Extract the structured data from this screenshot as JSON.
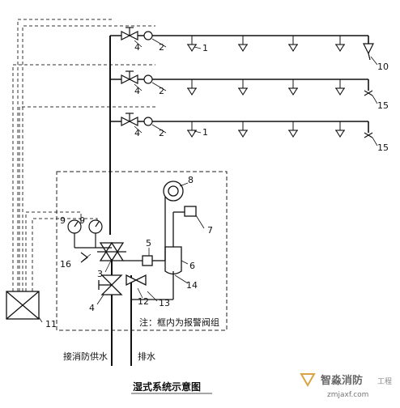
{
  "diagram": {
    "title": "湿式系统示意图",
    "note": "注：框内为报警阀组",
    "supply_label": "接消防供水",
    "drain_label": "排水",
    "callouts": [
      "1",
      "1",
      "2",
      "2",
      "2",
      "3",
      "4",
      "4",
      "4",
      "4",
      "5",
      "6",
      "7",
      "8",
      "9",
      "9",
      "10",
      "11",
      "12",
      "13",
      "14",
      "15",
      "15",
      "16"
    ]
  },
  "watermark": {
    "brand": "智淼消防",
    "suffix": "工程",
    "url": "zmjaxf.com"
  },
  "colors": {
    "line": "#111111",
    "dash": "#333333",
    "watermark": "#7a7a7a",
    "accent": "#d9a441"
  }
}
